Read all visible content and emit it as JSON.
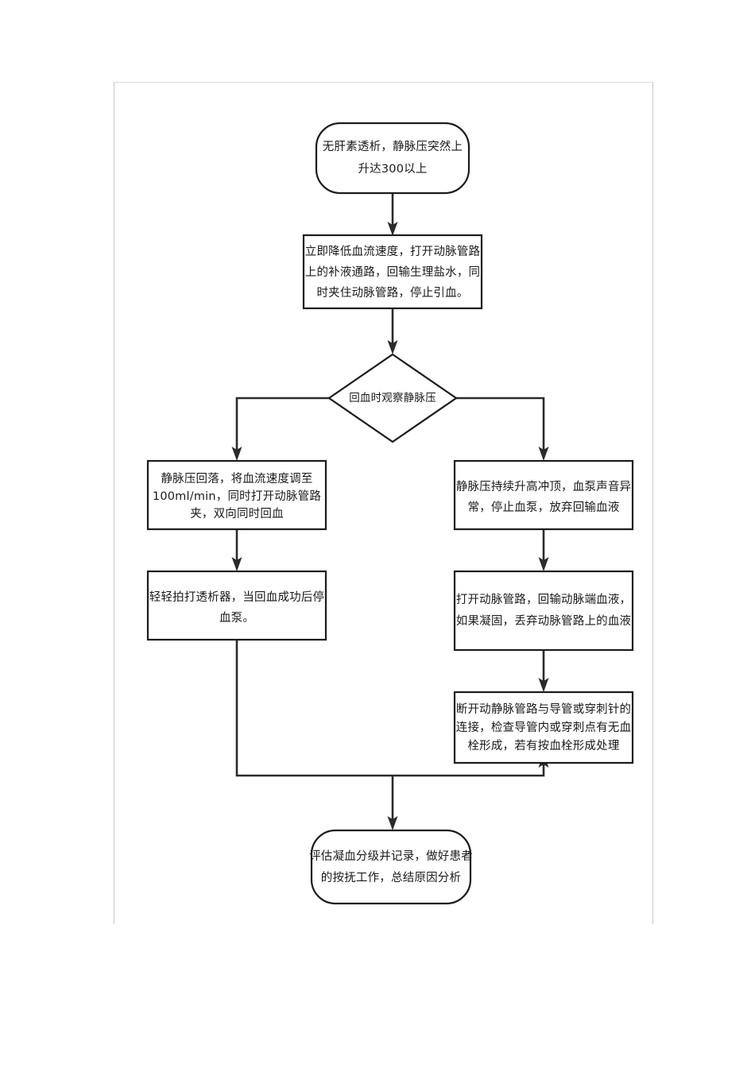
{
  "document": {
    "type": "flowchart",
    "title": "无肝素透析静脉压突然升高处理流程",
    "language": "zh-CN",
    "page_frame_color": "#c8c8c8",
    "line_color": "#2b2b2b",
    "node_fill": "#ffffff"
  },
  "chart_data": {
    "type": "diagram",
    "orientation": "top-to-bottom",
    "nodes": [
      {
        "id": "start",
        "shape": "stadium",
        "lines": [
          "无肝素透析，静脉压突然上",
          "升达300以上"
        ],
        "text": "无肝素透析，静脉压突然上升达300以上"
      },
      {
        "id": "step1",
        "shape": "rectangle",
        "lines": [
          "立即降低血流速度，打开动脉管路",
          "上的补液通路，回输生理盐水，同",
          "时夹住动脉管路，停止引血。"
        ],
        "text": "立即降低血流速度，打开动脉管路上的补液通路，回输生理盐水，同时夹住动脉管路，停止引血。"
      },
      {
        "id": "decision",
        "shape": "diamond",
        "lines": [
          "回血时观察静脉压"
        ],
        "text": "回血时观察静脉压"
      },
      {
        "id": "left1",
        "shape": "rectangle",
        "lines": [
          "静脉压回落，将血流速度调至",
          "100ml/min，同时打开动脉管路",
          "夹，双向同时回血"
        ],
        "text": "静脉压回落，将血流速度调至100ml/min，同时打开动脉管路夹，双向同时回血"
      },
      {
        "id": "left2",
        "shape": "rectangle",
        "lines": [
          "轻轻拍打透析器，当回血成功后停",
          "血泵。"
        ],
        "text": "轻轻拍打透析器，当回血成功后停血泵。"
      },
      {
        "id": "right1",
        "shape": "rectangle",
        "lines": [
          "静脉压持续升高冲顶，血泵声音异",
          "常，停止血泵，放弃回输血液"
        ],
        "text": "静脉压持续升高冲顶，血泵声音异常，停止血泵，放弃回输血液"
      },
      {
        "id": "right2",
        "shape": "rectangle",
        "lines": [
          "打开动脉管路，回输动脉端血液，",
          "如果凝固，丢弃动脉管路上的血液"
        ],
        "text": "打开动脉管路，回输动脉端血液，如果凝固，丢弃动脉管路上的血液"
      },
      {
        "id": "right3",
        "shape": "rectangle",
        "lines": [
          "断开动静脉管路与导管或穿刺针的",
          "连接，检查导管内或穿刺点有无血",
          "栓形成，若有按血栓形成处理"
        ],
        "text": "断开动静脉管路与导管或穿刺针的连接，检查导管内或穿刺点有无血栓形成，若有按血栓形成处理"
      },
      {
        "id": "end",
        "shape": "stadium",
        "lines": [
          "评估凝血分级并记录，做好患者",
          "的按抚工作，总结原因分析"
        ],
        "text": "评估凝血分级并记录，做好患者的按抚工作，总结原因分析"
      }
    ],
    "edges": [
      {
        "from": "start",
        "to": "step1",
        "label": "",
        "style": "straight-down"
      },
      {
        "from": "step1",
        "to": "decision",
        "label": "",
        "style": "straight-down"
      },
      {
        "from": "decision",
        "to": "left1",
        "label": "",
        "style": "branch-left"
      },
      {
        "from": "decision",
        "to": "right1",
        "label": "",
        "style": "branch-right"
      },
      {
        "from": "left1",
        "to": "left2",
        "label": "",
        "style": "straight-down"
      },
      {
        "from": "right1",
        "to": "right2",
        "label": "",
        "style": "straight-down"
      },
      {
        "from": "right2",
        "to": "right3",
        "label": "",
        "style": "straight-down"
      },
      {
        "from": "left2",
        "to": "right3",
        "label": "",
        "style": "elbow-right-up"
      },
      {
        "from": "right3",
        "to": "end",
        "label": "",
        "style": "merge-down"
      }
    ]
  }
}
